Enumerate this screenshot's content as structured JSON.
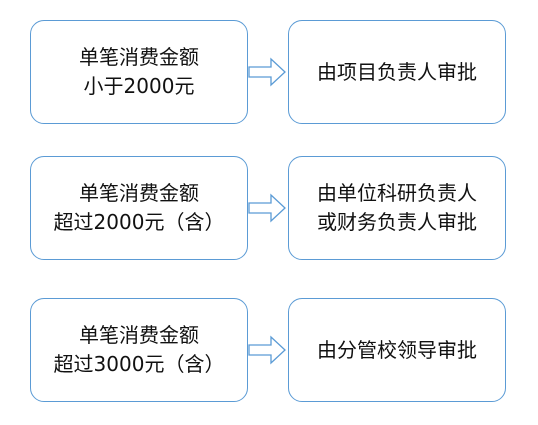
{
  "rows": [
    {
      "condition": [
        "单笔消费金额",
        "小于2000元"
      ],
      "approval": [
        "由项目负责人审批"
      ]
    },
    {
      "condition": [
        "单笔消费金额",
        "超过2000元（含）"
      ],
      "approval": [
        "由单位科研负责人",
        "或财务负责人审批"
      ]
    },
    {
      "condition": [
        "单笔消费金额",
        "超过3000元（含）"
      ],
      "approval": [
        "由分管校领导审批"
      ]
    }
  ],
  "colors": {
    "box_border": "#5b9bd5",
    "arrow_stroke": "#5b9bd5",
    "text": "#111111"
  }
}
